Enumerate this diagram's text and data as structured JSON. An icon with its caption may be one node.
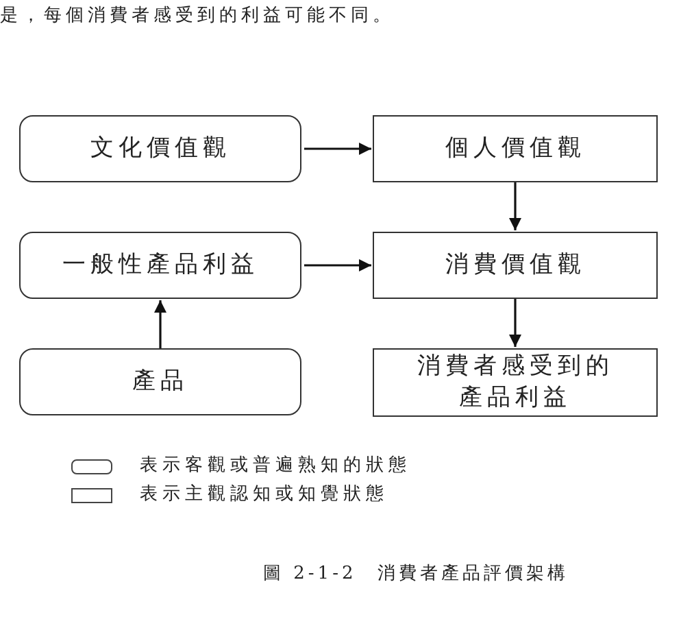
{
  "diagram": {
    "caption": "圖 2-1-2　消費者產品評價架構",
    "nodes": [
      {
        "text": [
          "文化價值觀"
        ]
      },
      {
        "text": [
          "個人價值觀"
        ]
      },
      {
        "text": [
          "一般性產品利益"
        ]
      },
      {
        "text": [
          "消費價值觀"
        ]
      },
      {
        "text": [
          "產品"
        ]
      },
      {
        "text": [
          "消費者感受到的產品利益"
        ]
      }
    ],
    "edges": [
      {
        "from": 0,
        "to": 1,
        "arrow": "to"
      },
      {
        "from": 1,
        "to": 3,
        "arrow": "to"
      },
      {
        "from": 2,
        "to": 3,
        "arrow": "to"
      },
      {
        "from": 4,
        "to": 2,
        "arrow": "to"
      },
      {
        "from": 3,
        "to": 5,
        "arrow": "to"
      }
    ],
    "labels": [
      "是，每個消費者感受到的利益可能不同。"
    ],
    "legend": [
      {
        "text": "表示客觀或普遍熟知的狀態"
      },
      {
        "text": "表示主觀認知或知覺狀態"
      }
    ]
  }
}
